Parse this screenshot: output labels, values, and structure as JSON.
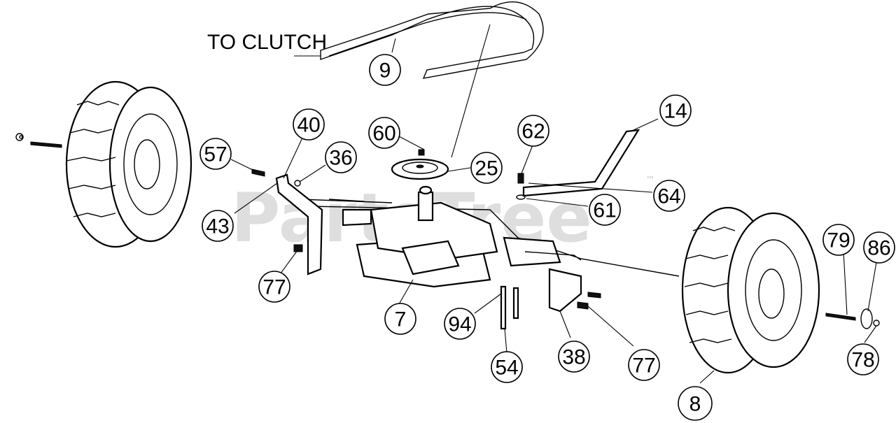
{
  "diagram": {
    "watermark": "PartsTree",
    "watermark_tm": "™",
    "clutch_label": "TO CLUTCH",
    "callouts": [
      {
        "id": "9",
        "label": "9"
      },
      {
        "id": "60",
        "label": "60"
      },
      {
        "id": "25",
        "label": "25"
      },
      {
        "id": "62",
        "label": "62"
      },
      {
        "id": "14",
        "label": "14"
      },
      {
        "id": "64",
        "label": "64"
      },
      {
        "id": "61",
        "label": "61"
      },
      {
        "id": "40",
        "label": "40"
      },
      {
        "id": "36",
        "label": "36"
      },
      {
        "id": "57",
        "label": "57"
      },
      {
        "id": "43",
        "label": "43"
      },
      {
        "id": "77a",
        "label": "77"
      },
      {
        "id": "7",
        "label": "7"
      },
      {
        "id": "94",
        "label": "94"
      },
      {
        "id": "54",
        "label": "54"
      },
      {
        "id": "38",
        "label": "38"
      },
      {
        "id": "77b",
        "label": "77"
      },
      {
        "id": "79",
        "label": "79"
      },
      {
        "id": "86",
        "label": "86"
      },
      {
        "id": "78",
        "label": "78"
      },
      {
        "id": "8",
        "label": "8"
      }
    ]
  }
}
